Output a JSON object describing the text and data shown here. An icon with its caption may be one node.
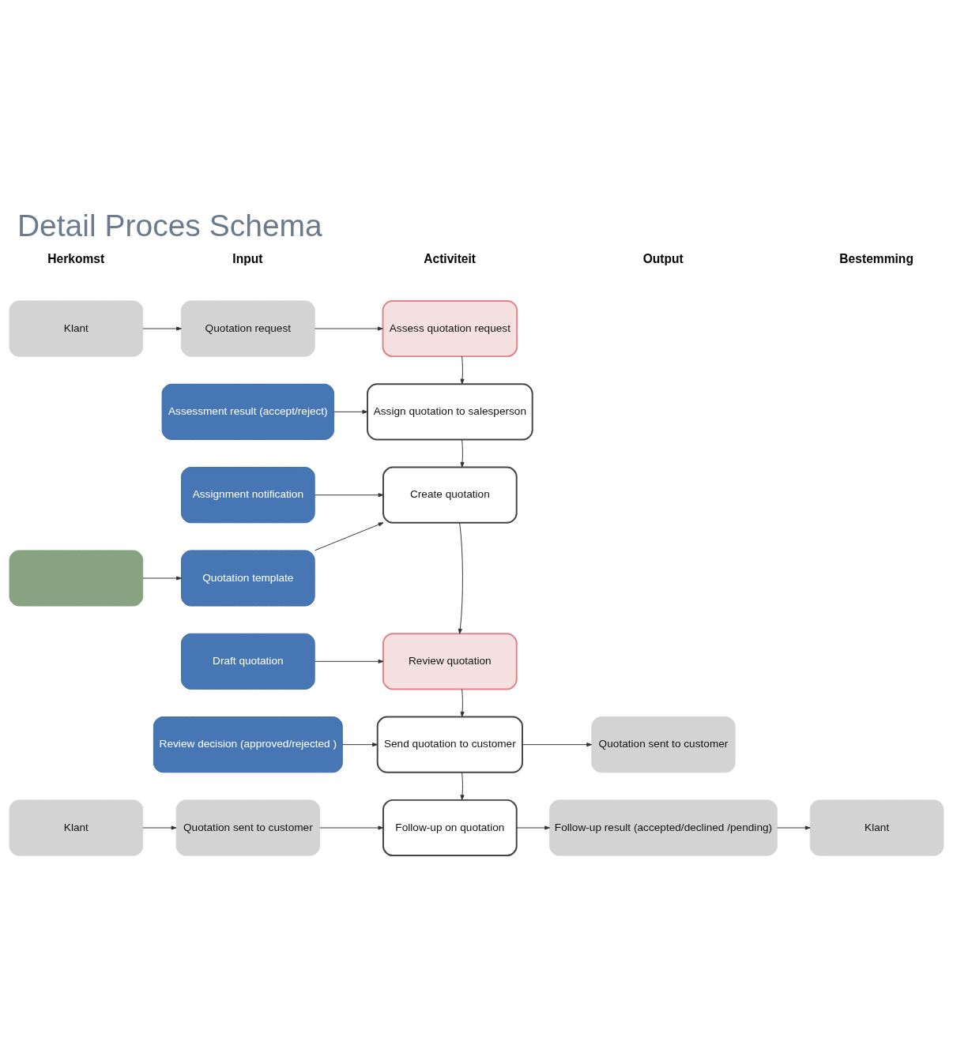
{
  "diagram": {
    "title": "Detail Proces Schema",
    "nodes": [
      {
        "text": [
          "Klant"
        ]
      },
      {
        "text": [
          "Quotation request"
        ]
      },
      {
        "text": [
          "Assess quotation request"
        ]
      },
      {
        "text": [
          "Assessment result (accept/reject)"
        ]
      },
      {
        "text": [
          "Assign quotation to salesperson"
        ]
      },
      {
        "text": [
          "Assignment notification"
        ]
      },
      {
        "text": [
          "Create quotation"
        ]
      },
      {
        "text": [],
        "shape": "box"
      },
      {
        "text": [
          "Quotation template"
        ]
      },
      {
        "text": [
          "Draft quotation"
        ]
      },
      {
        "text": [
          "Review quotation"
        ]
      },
      {
        "text": [
          "Review decision (approved/rejected )"
        ]
      },
      {
        "text": [
          "Send quotation to customer"
        ]
      },
      {
        "text": [
          "Quotation sent to customer"
        ]
      },
      {
        "text": [
          "Klant"
        ]
      },
      {
        "text": [
          "Quotation sent to customer"
        ]
      },
      {
        "text": [
          "Follow-up on quotation"
        ]
      },
      {
        "text": [
          "Follow-up result (accepted/declined /pending)"
        ]
      },
      {
        "text": [
          "Klant"
        ]
      }
    ],
    "edges": [
      {
        "from": 0,
        "to": 1,
        "arrow": "to"
      },
      {
        "from": 1,
        "to": 2,
        "arrow": "to"
      },
      {
        "from": 2,
        "to": 4,
        "arrow": "to"
      },
      {
        "from": 3,
        "to": 4,
        "arrow": "to"
      },
      {
        "from": 4,
        "to": 6,
        "arrow": "to"
      },
      {
        "from": 5,
        "to": 6,
        "arrow": "to"
      },
      {
        "from": 8,
        "to": 6,
        "arrow": "to"
      },
      {
        "from": 7,
        "to": 8,
        "arrow": "to"
      },
      {
        "from": 6,
        "to": 10,
        "arrow": "to"
      },
      {
        "from": 9,
        "to": 10,
        "arrow": "to"
      },
      {
        "from": 10,
        "to": 12,
        "arrow": "to"
      },
      {
        "from": 11,
        "to": 12,
        "arrow": "to"
      },
      {
        "from": 12,
        "to": 13,
        "arrow": "to"
      },
      {
        "from": 12,
        "to": 16,
        "arrow": "to"
      },
      {
        "from": 14,
        "to": 15,
        "arrow": "to"
      },
      {
        "from": 15,
        "to": 16,
        "arrow": "to"
      },
      {
        "from": 16,
        "to": 17,
        "arrow": "to"
      },
      {
        "from": 17,
        "to": 18,
        "arrow": "to"
      }
    ],
    "labels": [
      "Herkomst",
      "Input",
      "Activiteit",
      "Output",
      "Bestemming"
    ]
  }
}
